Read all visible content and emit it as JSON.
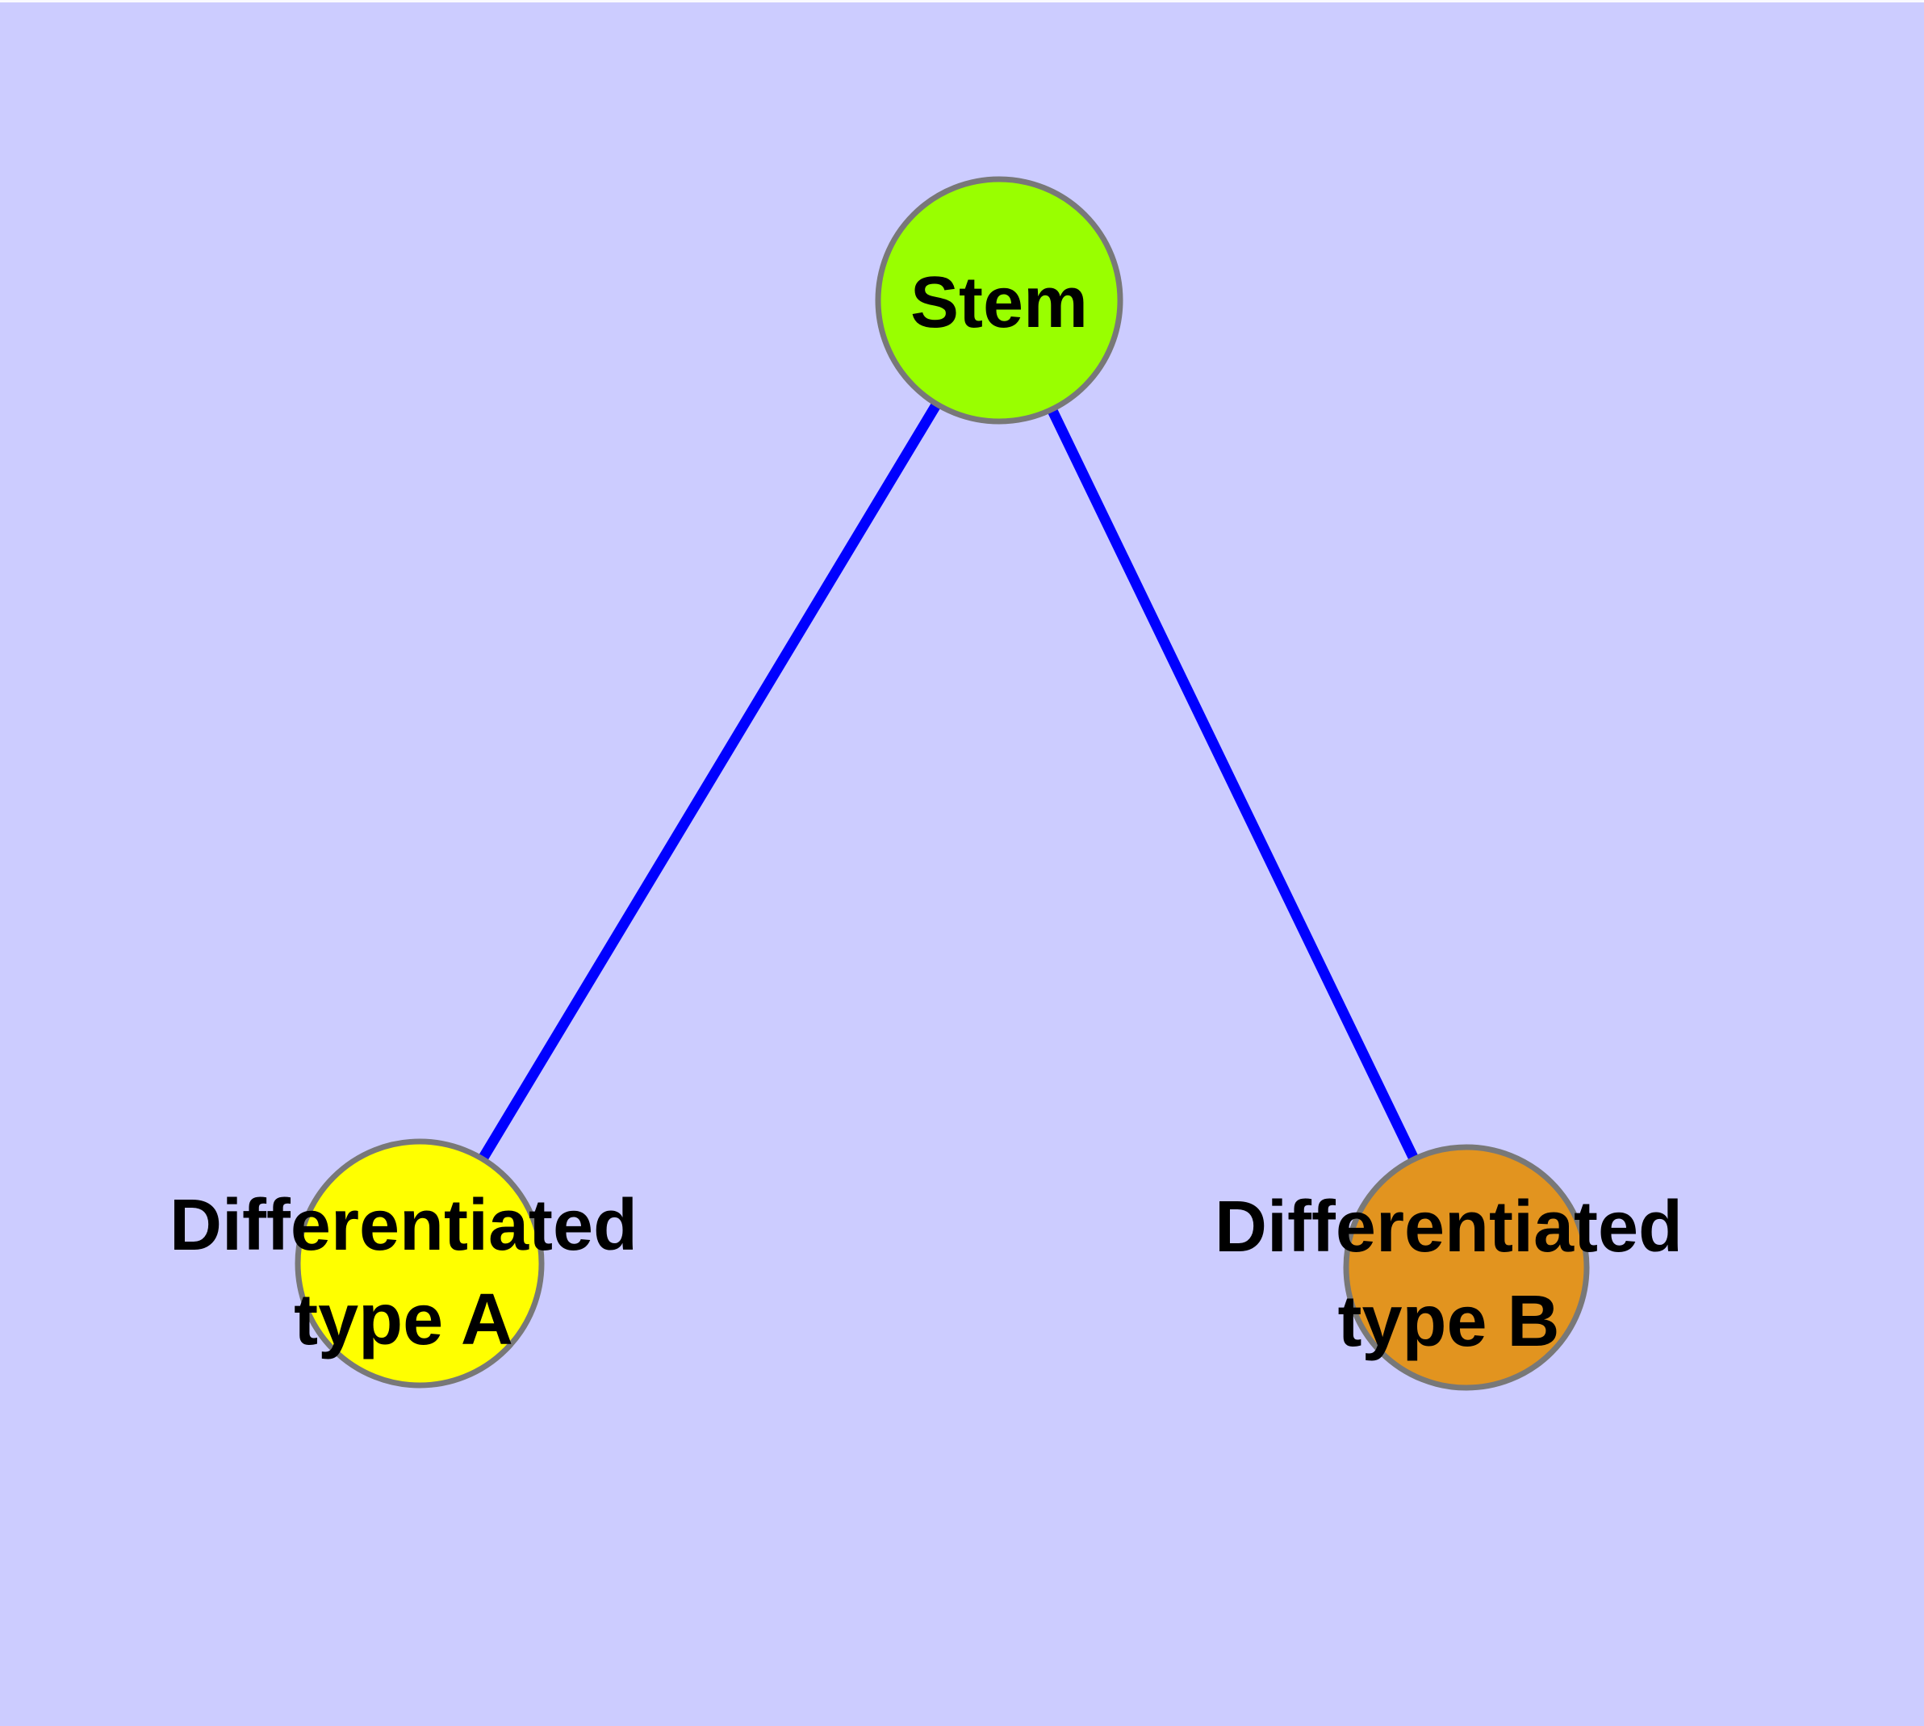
{
  "diagram": {
    "background_color": "#ccccff",
    "top_edge_strip_color": "#fafaff",
    "edge_color": "#0000ff",
    "node_border_color": "#787878",
    "label_color": "#000000",
    "nodes": [
      {
        "id": "stem",
        "label": "Stem",
        "label_lines": [
          "Stem"
        ],
        "fill": "#99ff00"
      },
      {
        "id": "differentiated-type-a",
        "label": "Differentiated type A",
        "label_lines": [
          "Differentiated",
          "type A"
        ],
        "fill": "#ffff00"
      },
      {
        "id": "differentiated-type-b",
        "label": "Differentiated type B",
        "label_lines": [
          "Differentiated",
          "type B"
        ],
        "fill": "#e2941f"
      }
    ],
    "edges": [
      {
        "from": "Stem",
        "to": "Differentiated type A"
      },
      {
        "from": "Stem",
        "to": "Differentiated type B"
      }
    ]
  }
}
